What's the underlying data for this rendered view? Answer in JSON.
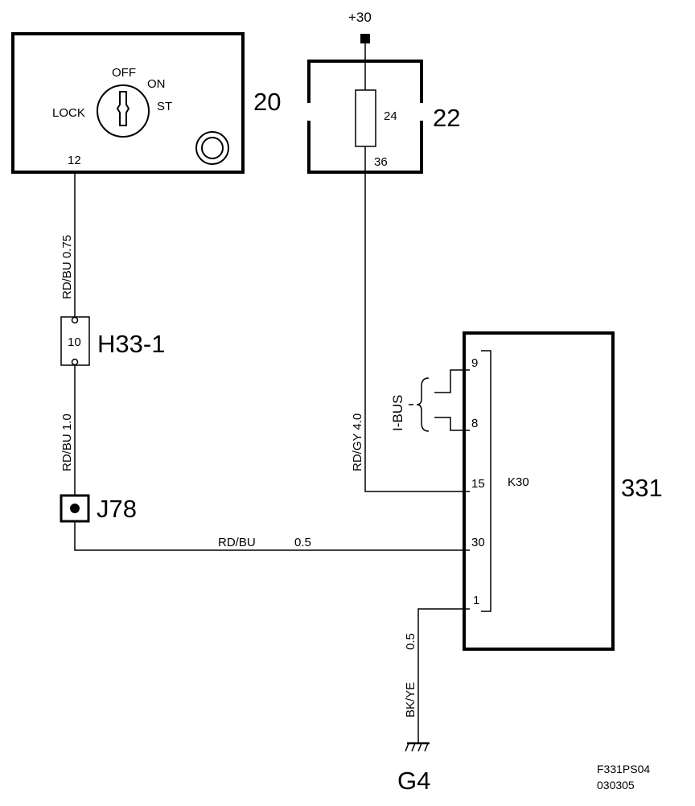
{
  "supply": {
    "label": "+30"
  },
  "ignition_switch": {
    "number": "20",
    "positions": {
      "off": "OFF",
      "on": "ON",
      "st": "ST",
      "lock": "LOCK"
    },
    "pin": "12"
  },
  "fuse_box": {
    "number": "22",
    "fuse": "24",
    "pin": "36"
  },
  "wires": {
    "w1": "RD/BU 0.75",
    "w2": "RD/BU 1.0",
    "w3_color": "RD/BU",
    "w3_size": "0.5",
    "w4": "RD/GY 4.0",
    "w5_color": "BK/YE",
    "w5_size": "0.5"
  },
  "connector_h33": {
    "pin": "10",
    "label": "H33-1"
  },
  "splice": {
    "label": "J78"
  },
  "module": {
    "number": "331",
    "pins": {
      "p9": "9",
      "p8": "8",
      "p15": "15",
      "p30": "30",
      "p1": "1"
    },
    "k30": "K30",
    "bus": "I-BUS"
  },
  "ground": {
    "label": "G4"
  },
  "footer": {
    "code": "F331PS04",
    "date": "030305"
  }
}
